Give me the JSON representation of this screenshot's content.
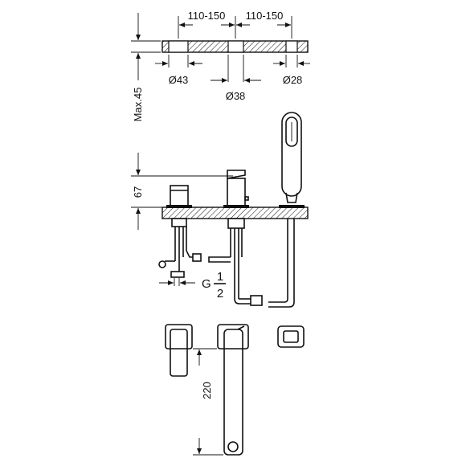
{
  "drawing": {
    "dimensions": {
      "spacing_left": "110-150",
      "spacing_right": "110-150",
      "max_deck_thickness": "Max.45",
      "height": "67",
      "spout_length": "220"
    },
    "diameters": {
      "left_hole": "Ø43",
      "center_hole": "Ø38",
      "right_hole": "Ø28"
    },
    "thread": {
      "prefix": "G",
      "numerator": "1",
      "denominator": "2"
    },
    "colors": {
      "line": "#111111",
      "background": "#ffffff"
    }
  }
}
